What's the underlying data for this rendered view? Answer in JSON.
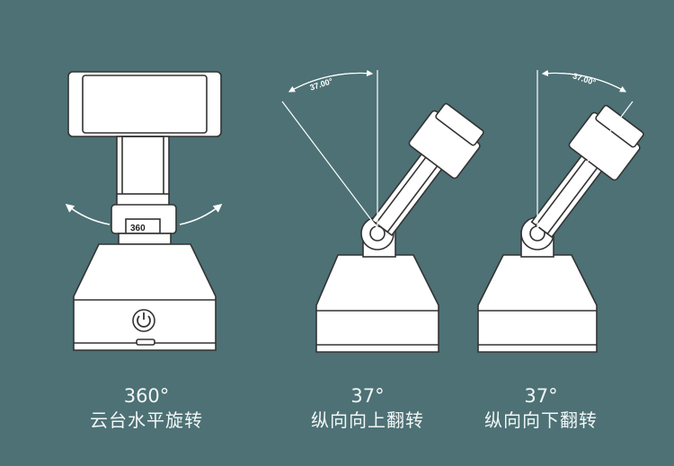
{
  "colors": {
    "background": "#4d7175",
    "device_fill": "#ffffff",
    "outline": "#333333"
  },
  "panels": [
    {
      "degree": "360°",
      "description": "云台水平旋转",
      "badge": "360",
      "icons": [
        "rotate-arrow-left-icon",
        "rotate-arrow-right-icon",
        "power-icon"
      ]
    },
    {
      "degree": "37°",
      "description": "纵向向上翻转",
      "angle_label": "37.00°"
    },
    {
      "degree": "37°",
      "description": "纵向向下翻转",
      "angle_label": "37.00°"
    }
  ]
}
